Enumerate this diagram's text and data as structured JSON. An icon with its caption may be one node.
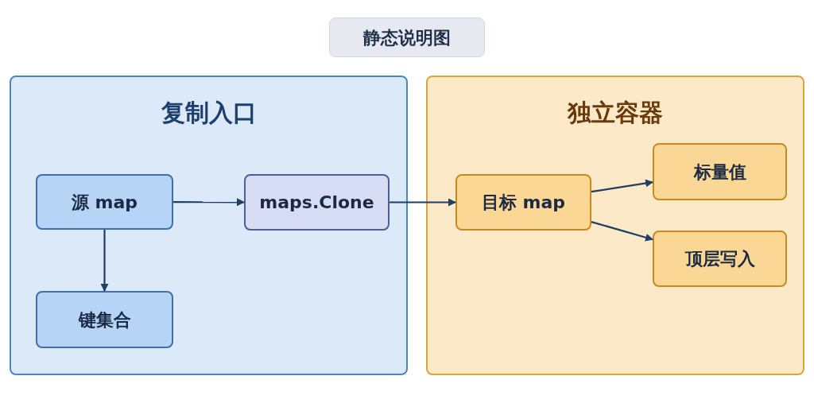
{
  "diagram": {
    "title": "静态说明图",
    "nodes": [
      {
        "text": [
          "复制入口"
        ]
      },
      {
        "text": [
          "源 map"
        ],
        "in": 0
      },
      {
        "text": [
          "maps.Clone"
        ],
        "in": 0
      },
      {
        "text": [
          "键集合"
        ],
        "in": 0
      },
      {
        "text": [
          "独立容器"
        ]
      },
      {
        "text": [
          "目标 map"
        ],
        "in": 4
      },
      {
        "text": [
          "标量值"
        ],
        "in": 4
      },
      {
        "text": [
          "顶层写入"
        ],
        "in": 4
      }
    ],
    "edges": [
      {
        "from": 1,
        "to": 2,
        "arrow": "to"
      },
      {
        "from": 1,
        "to": 3,
        "arrow": "to"
      },
      {
        "from": 2,
        "to": 5,
        "arrow": "to"
      },
      {
        "from": 5,
        "to": 6,
        "arrow": "to"
      },
      {
        "from": 5,
        "to": 7,
        "arrow": "to"
      }
    ]
  }
}
